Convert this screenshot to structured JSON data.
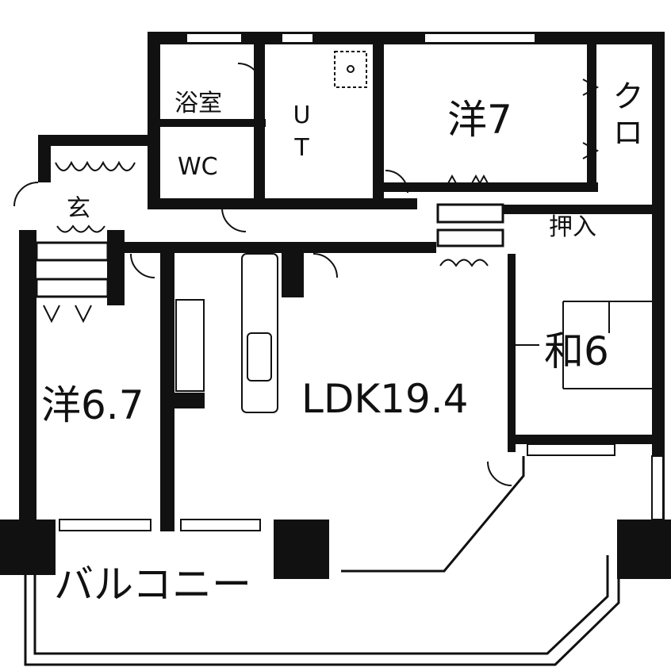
{
  "rooms": {
    "bath": "浴室",
    "wc": "WC",
    "utility": "UT",
    "entrance": "玄",
    "western7": "洋7",
    "closet": "クロ",
    "oshiire": "押入",
    "washitsu": "和6",
    "western67": "洋6.7",
    "ldk": "LDK19.4",
    "balcony": "バルコニー"
  }
}
